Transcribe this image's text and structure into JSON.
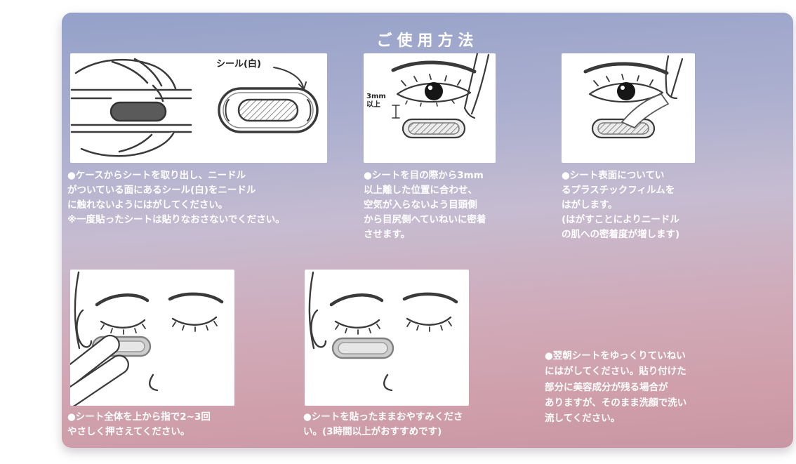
{
  "title": "ご使用方法",
  "steps": [
    {
      "label": "シール(白)",
      "text": "●ケースからシートを取り出し、ニードル\nがついている面にあるシール(白)をニードル\nに触れないようにはがしてください。\n※一度貼ったシートは貼りなおさないでください。"
    },
    {
      "label": "3mm\n以上",
      "text": "●シートを目の際から3mm\n以上離した位置に合わせ、\n空気が入らないよう目頭側\nから目尻側へていねいに密着\nさせます。"
    },
    {
      "text": "●シート表面についてい\nるプラスチックフィルムを\nはがします。\n(はがすことによりニードル\nの肌への密着度が増します)"
    },
    {
      "text": "●シート全体を上から指で2~3回\nやさしく押さえてください。"
    },
    {
      "text": "●シートを貼ったままおやすみくださ\nい。(3時間以上がおすすめです)"
    }
  ],
  "note": "●翌朝シートをゆっくりていねい\nにはがしてください。貼り付けた\n部分に美容成分が残る場合が\nありますが、そのまま洗顔で洗い\n流してください。",
  "colors": {
    "background_top": "#95a1c9",
    "background_middle": "#c6bcd1",
    "background_bottom": "#cf9fab",
    "text": "#ffffff",
    "illustration_line": "#3a3a3a"
  }
}
